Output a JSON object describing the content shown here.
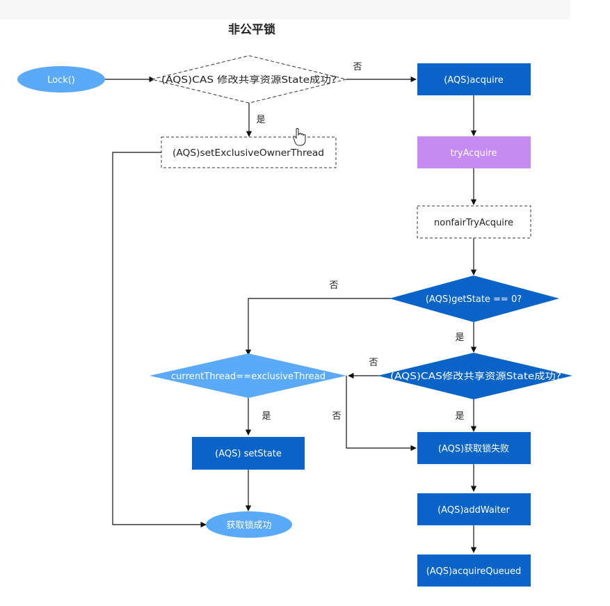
{
  "title": "非公平锁",
  "nodes": {
    "lock": "Lock()",
    "cas1": "(AQS)CAS 修改共享资源State成功?",
    "set_owner": "(AQS)setExclusiveOwnerThread",
    "acquire": "(AQS)acquire",
    "try_acquire": "tryAcquire",
    "nonfair": "nonfairTryAcquire",
    "get_state": "(AQS)getState == 0?",
    "cas2": "(AQS)CAS修改共享资源State成功?",
    "current_thread": "currentThread==exclusiveThread",
    "set_state": "(AQS) setState",
    "fail": "(AQS)获取锁失败",
    "add_waiter": "(AQS)addWaiter",
    "acquire_queued": "(AQS)acquireQueued",
    "success": "获取锁成功"
  },
  "edge_labels": {
    "cas1_no": "否",
    "cas1_yes": "是",
    "get_state_no": "否",
    "get_state_yes": "是",
    "cas2_no": "否",
    "cas2_yes": "是",
    "current_yes": "是",
    "current_no": "否"
  },
  "colors": {
    "primary": "#0a64c8",
    "light": "#5aaaf7",
    "purple": "#c48cf2"
  }
}
